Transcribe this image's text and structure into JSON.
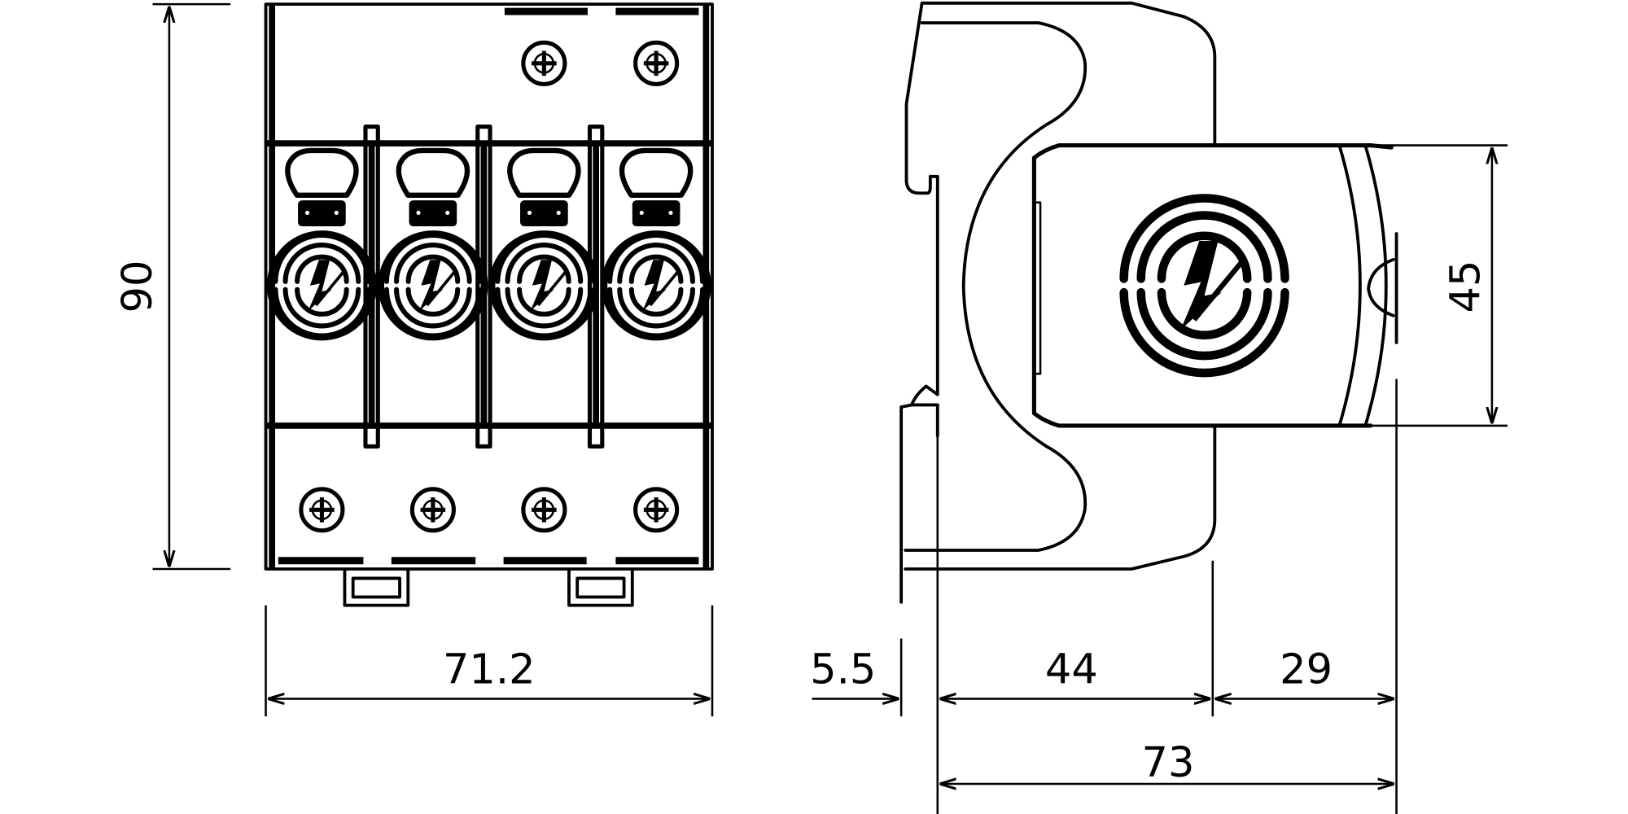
{
  "drawing": {
    "front_view": {
      "height_label": "90",
      "width_label": "71.2",
      "module_count": 4
    },
    "side_view": {
      "module_height_label": "45",
      "rail_offset_label": "5.5",
      "base_depth_label": "44",
      "module_depth_label": "29",
      "total_depth_label": "73"
    },
    "line_color": "#000000",
    "background_color": "#ffffff"
  }
}
